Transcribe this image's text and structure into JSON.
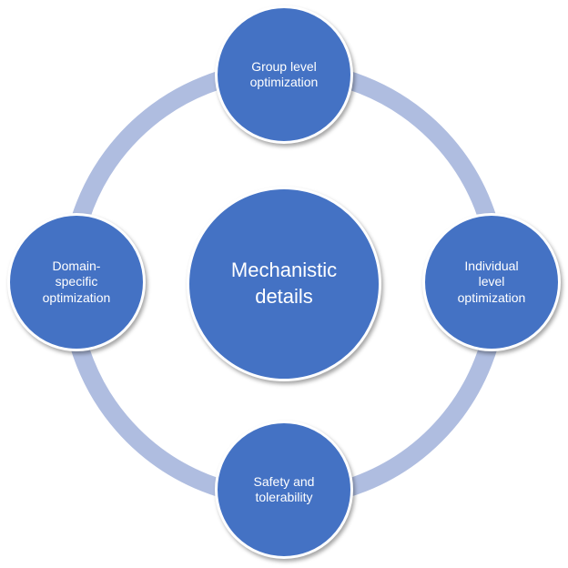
{
  "colors": {
    "node_fill": "#4472C4",
    "node_border": "#ffffff",
    "ring": "#AFBDE0",
    "text": "#ffffff"
  },
  "diagram": {
    "center": {
      "label": "Mechanistic\ndetails"
    },
    "nodes": [
      {
        "id": "top",
        "label": "Group level\noptimization"
      },
      {
        "id": "right",
        "label": "Individual\nlevel\noptimization"
      },
      {
        "id": "bottom",
        "label": "Safety and\ntolerability"
      },
      {
        "id": "left",
        "label": "Domain-\nspecific\noptimization"
      }
    ]
  }
}
